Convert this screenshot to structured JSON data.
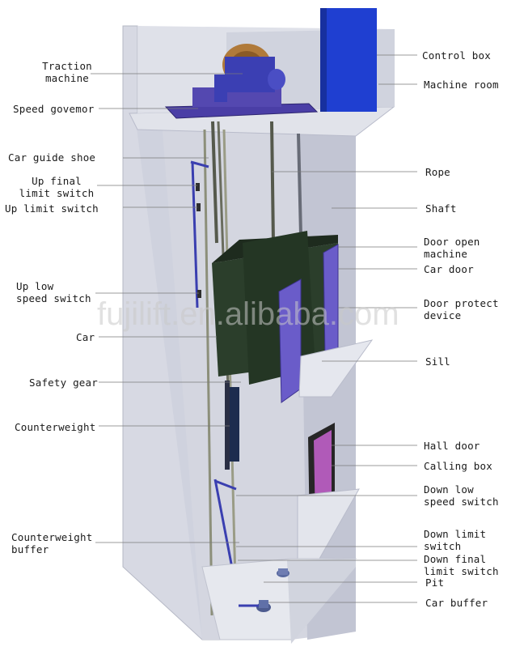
{
  "diagram": {
    "watermark": "fujilift.en.alibaba.com",
    "labels_left": {
      "traction_machine": "Traction\nmachine",
      "speed_governor": "Speed govemor",
      "car_guide_shoe": "Car guide shoe",
      "up_final_limit_switch": "Up final\nlimit switch",
      "up_limit_switch": "Up limit switch",
      "up_low_speed_switch": "Up low\nspeed switch",
      "car": "Car",
      "safety_gear": "Safety gear",
      "counterweight": "Counterweight",
      "counterweight_buffer": "Counterweight\nbuffer"
    },
    "labels_right": {
      "control_box": "Control box",
      "machine_room": "Machine room",
      "rope": "Rope",
      "shaft": "Shaft",
      "door_open_machine": "Door open\nmachine",
      "car_door": "Car door",
      "door_protect_device": "Door protect\ndevice",
      "sill": "Sill",
      "hall_door": "Hall door",
      "calling_box": "Calling box",
      "down_low_speed_switch": "Down low\nspeed switch",
      "down_limit_switch": "Down limit\nswitch",
      "down_final_limit_switch": "Down final\nlimit switch",
      "pit": "Pit",
      "car_buffer": "Car buffer"
    },
    "colors": {
      "shaft_wall": "#c9ccd9",
      "shaft_wall_dark": "#b4b8c8",
      "control_box": "#1f3fd1",
      "machine_base": "#4a3ea6",
      "car_body": "#2c3f2c",
      "door_panel": "#6a5cc9",
      "hall_door": "#b05ab8",
      "leader_line": "#7a7a7a"
    }
  }
}
